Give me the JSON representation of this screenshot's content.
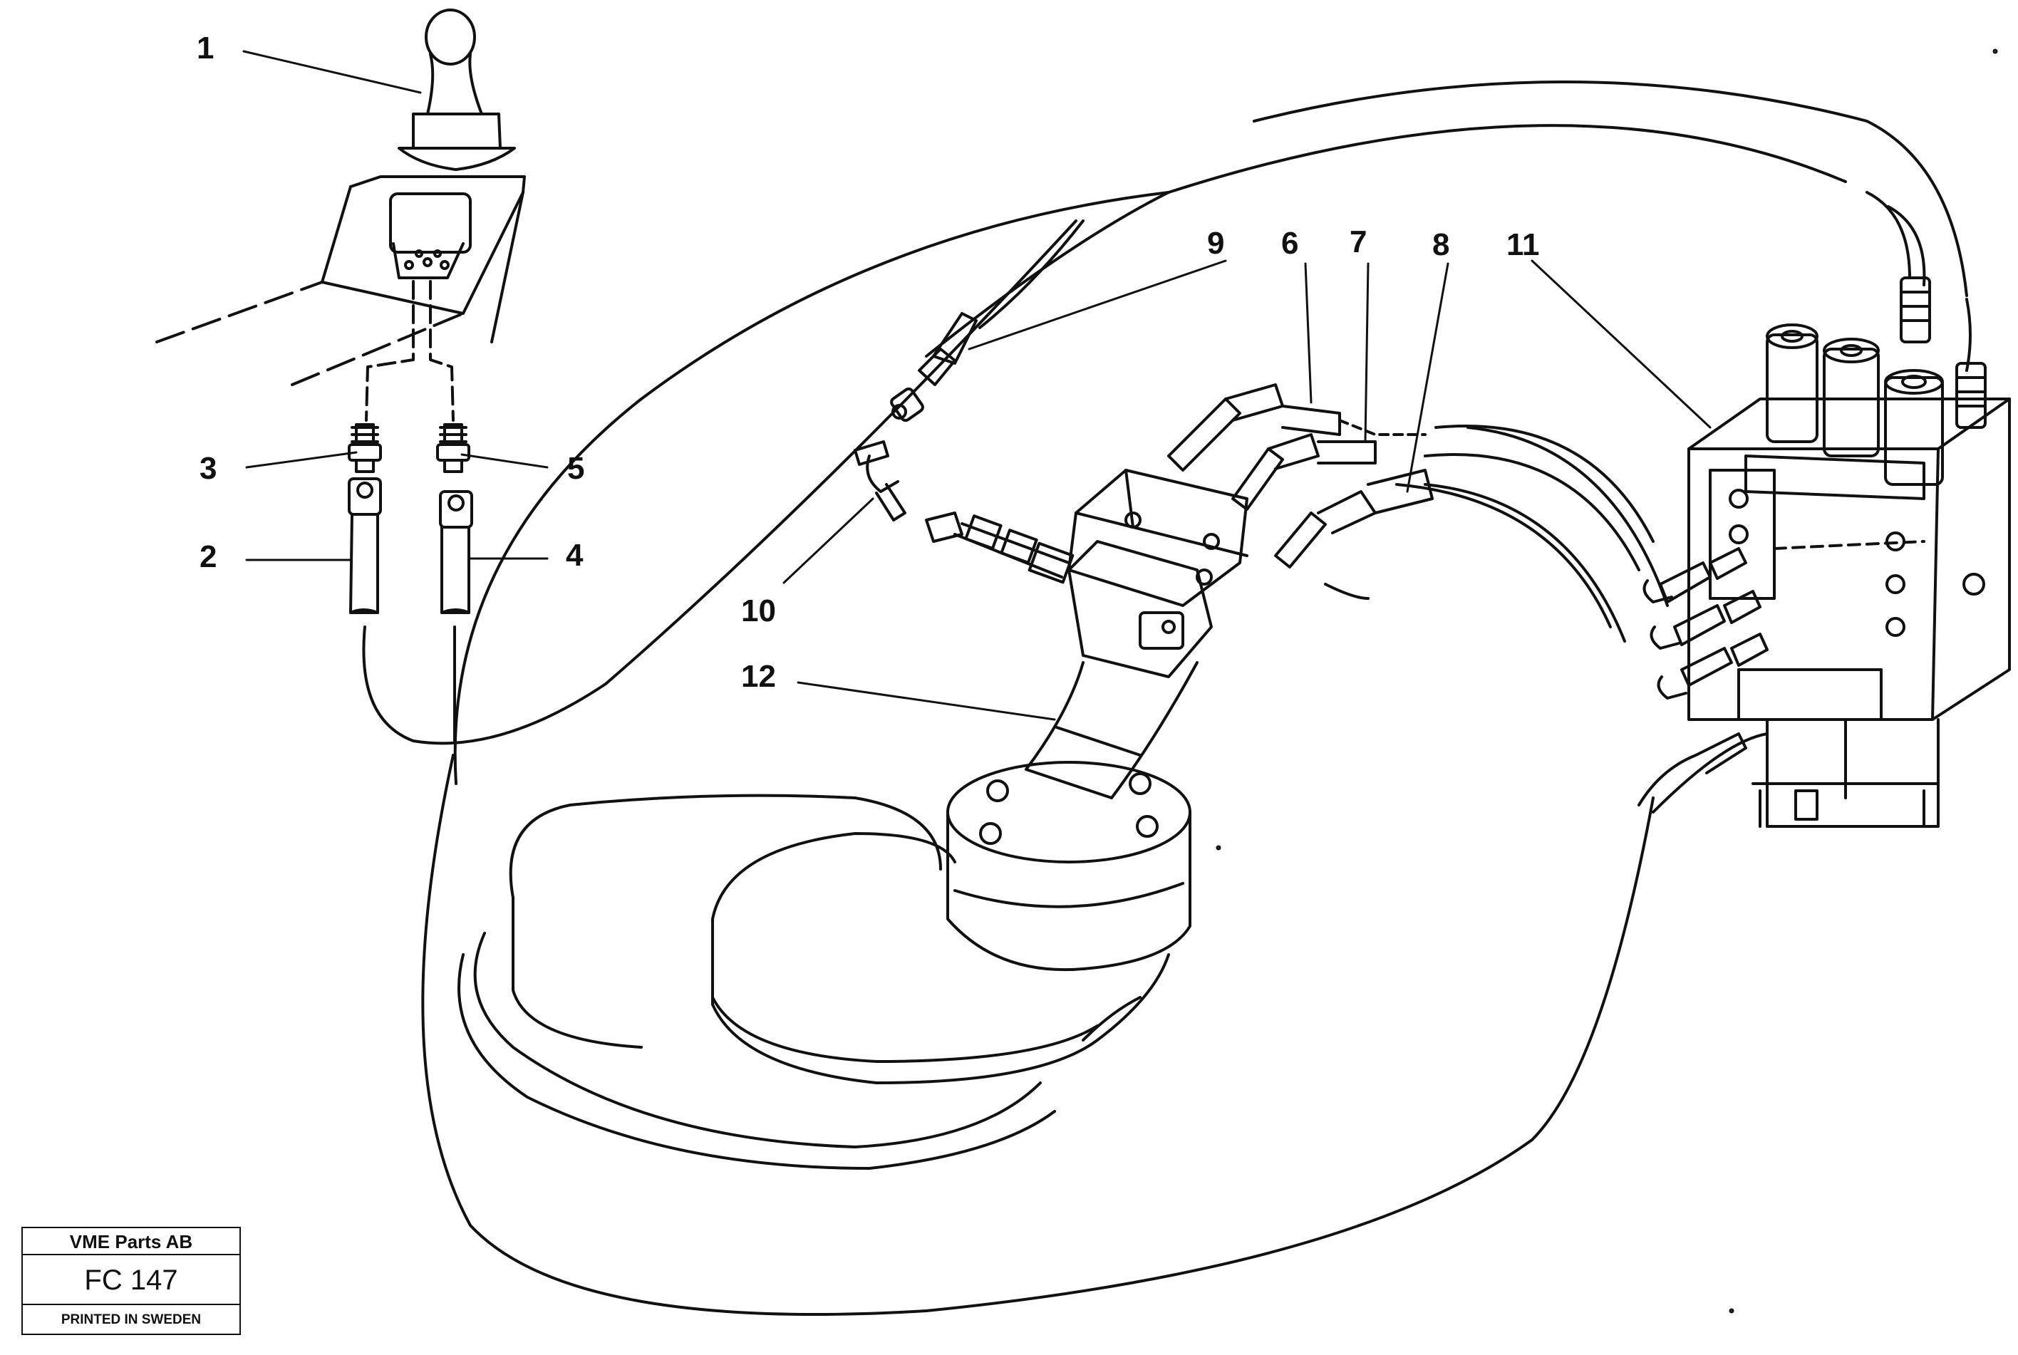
{
  "callouts": [
    {
      "id": "1",
      "label": "1"
    },
    {
      "id": "2",
      "label": "2"
    },
    {
      "id": "3",
      "label": "3"
    },
    {
      "id": "4",
      "label": "4"
    },
    {
      "id": "5",
      "label": "5"
    },
    {
      "id": "6",
      "label": "6"
    },
    {
      "id": "7",
      "label": "7"
    },
    {
      "id": "8",
      "label": "8"
    },
    {
      "id": "9",
      "label": "9"
    },
    {
      "id": "10",
      "label": "10"
    },
    {
      "id": "11",
      "label": "11"
    },
    {
      "id": "12",
      "label": "12"
    }
  ],
  "title_block": {
    "company": "VME Parts AB",
    "code": "FC 147",
    "printed": "PRINTED IN SWEDEN"
  }
}
